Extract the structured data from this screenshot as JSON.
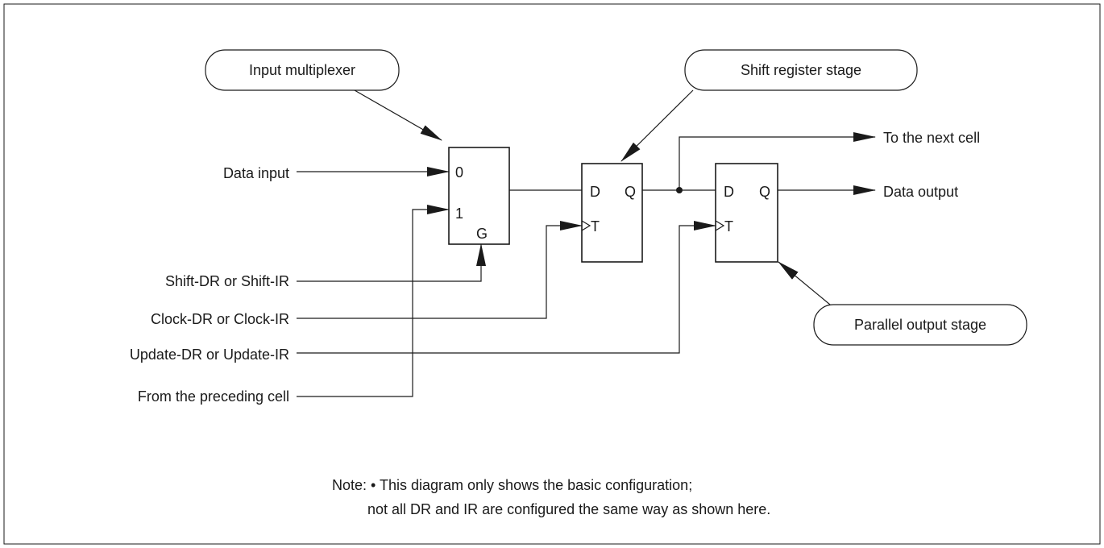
{
  "callouts": {
    "input_mux": "Input multiplexer",
    "shift_stage": "Shift register stage",
    "parallel_stage": "Parallel output stage"
  },
  "signals": {
    "data_input": "Data input",
    "shift": "Shift-DR or Shift-IR",
    "clock": "Clock-DR or Clock-IR",
    "update": "Update-DR or Update-IR",
    "preceding": "From the preceding cell",
    "next_cell": "To the next cell",
    "data_output": "Data output"
  },
  "mux": {
    "in0": "0",
    "in1": "1",
    "select": "G"
  },
  "flipflop1": {
    "d": "D",
    "q": "Q",
    "t": "T"
  },
  "flipflop2": {
    "d": "D",
    "q": "Q",
    "t": "T"
  },
  "note": {
    "line1": "Note: • This diagram only shows the basic configuration;",
    "line2": "not all DR and IR are configured the same way as shown here."
  }
}
